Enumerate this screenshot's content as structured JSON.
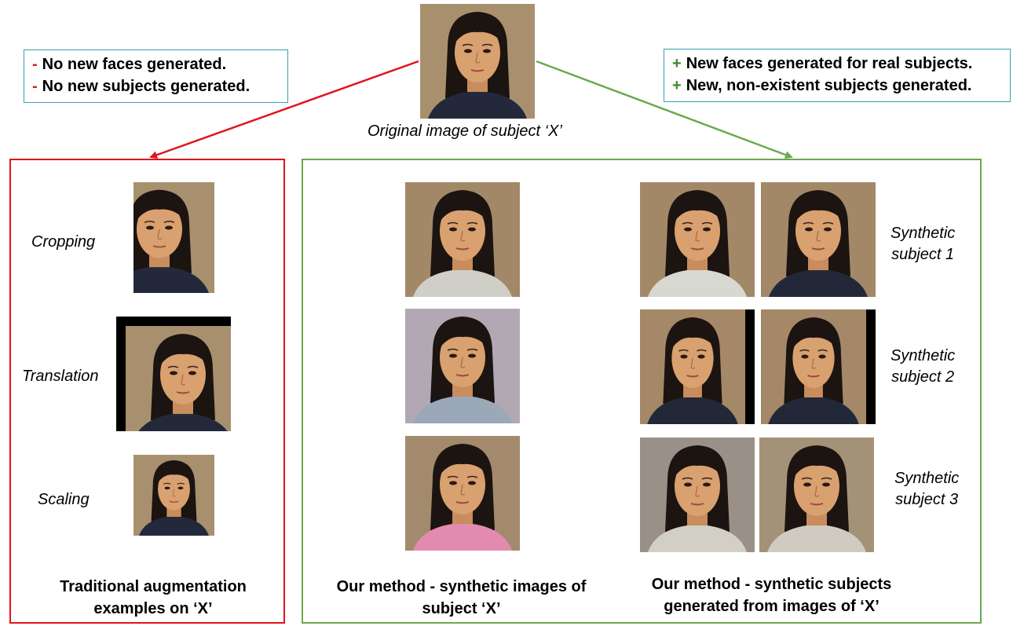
{
  "original": {
    "caption": "Original image of subject ‘X’"
  },
  "left_callout": {
    "lines": [
      {
        "sign": "-",
        "text": "No new faces generated."
      },
      {
        "sign": "-",
        "text": "No new subjects generated."
      }
    ]
  },
  "right_callout": {
    "lines": [
      {
        "sign": "+",
        "text": "New faces generated for real subjects."
      },
      {
        "sign": "+",
        "text": "New, non-existent subjects generated."
      }
    ]
  },
  "traditional": {
    "labels": [
      "Cropping",
      "Translation",
      "Scaling"
    ],
    "title_line1": "Traditional augmentation",
    "title_line2": "examples on ‘X’"
  },
  "method_images": {
    "title_line1": "Our method - synthetic images of",
    "title_line2": "subject ‘X’"
  },
  "method_subjects": {
    "labels": [
      {
        "line1": "Synthetic",
        "line2": "subject 1"
      },
      {
        "line1": "Synthetic",
        "line2": "subject 2"
      },
      {
        "line1": "Synthetic",
        "line2": "subject 3"
      }
    ],
    "title_line1": "Our method - synthetic subjects",
    "title_line2": "generated from images of ‘X’"
  },
  "colors": {
    "negative": "#e0141c",
    "positive": "#6aa84f",
    "callout_border": "#3a9fa8"
  }
}
